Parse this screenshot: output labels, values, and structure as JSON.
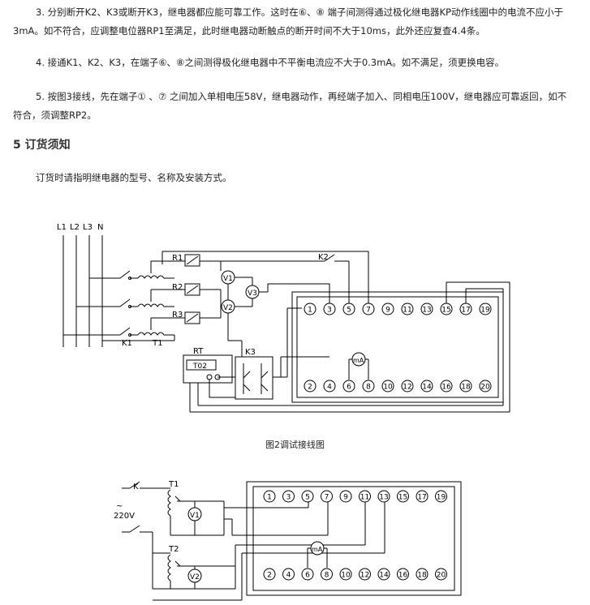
{
  "paragraphs": [
    "3. 分别断开K2、K3或断开K3，继电器都应能可靠工作。这时在⑥、⑧ 端子间测得通过极化继电器KP动作线圈中的电流不应小于3mA。如不符合，应调整电位器RP1至满足，此时继电器动断触点的断开时间不大于10ms，此外还应复查4.4条。",
    "4. 接通K1、K2、K3，在端子⑥、⑧之间测得极化继电器中不平衡电流应不大于0.3mA。如不满足，须更换电容。",
    "5. 按图3接线，先在端子① 、⑦ 之间加入单相电压58V，继电器动作，再经端子加入、同相电压100V，继电器应可靠返回，如不符合，须调整RP2。"
  ],
  "section": {
    "heading": "5 订货须知",
    "text": "订货时请指明继电器的型号、名称及安装方式。"
  },
  "figure2": {
    "caption": "图2调试接线图",
    "line_labels": [
      "L1",
      "L2",
      "L3",
      "N"
    ],
    "labels": {
      "K2": "K2",
      "K1": "K1",
      "T1": "T1",
      "R1": "R1",
      "R2": "R2",
      "R3": "R3",
      "RT": "RT",
      "T02": "T02",
      "K3": "K3",
      "V1": "V1",
      "V2": "V2",
      "V3": "V3",
      "mA": "mA"
    },
    "top_terminals": [
      "1",
      "3",
      "5",
      "7",
      "9",
      "11",
      "13",
      "15",
      "17",
      "19"
    ],
    "bottom_terminals": [
      "2",
      "4",
      "6",
      "8",
      "10",
      "12",
      "14",
      "16",
      "18",
      "20"
    ]
  },
  "figure3": {
    "labels": {
      "K": "K",
      "voltage": "220V",
      "tilde": "~",
      "T1": "T1",
      "T2": "T2",
      "V1": "V1",
      "V2": "V2",
      "mA": "mA"
    },
    "top_terminals": [
      "1",
      "3",
      "5",
      "7",
      "9",
      "11",
      "13",
      "15",
      "17",
      "19"
    ],
    "bottom_terminals": [
      "2",
      "4",
      "6",
      "8",
      "10",
      "12",
      "14",
      "16",
      "18",
      "20"
    ]
  }
}
